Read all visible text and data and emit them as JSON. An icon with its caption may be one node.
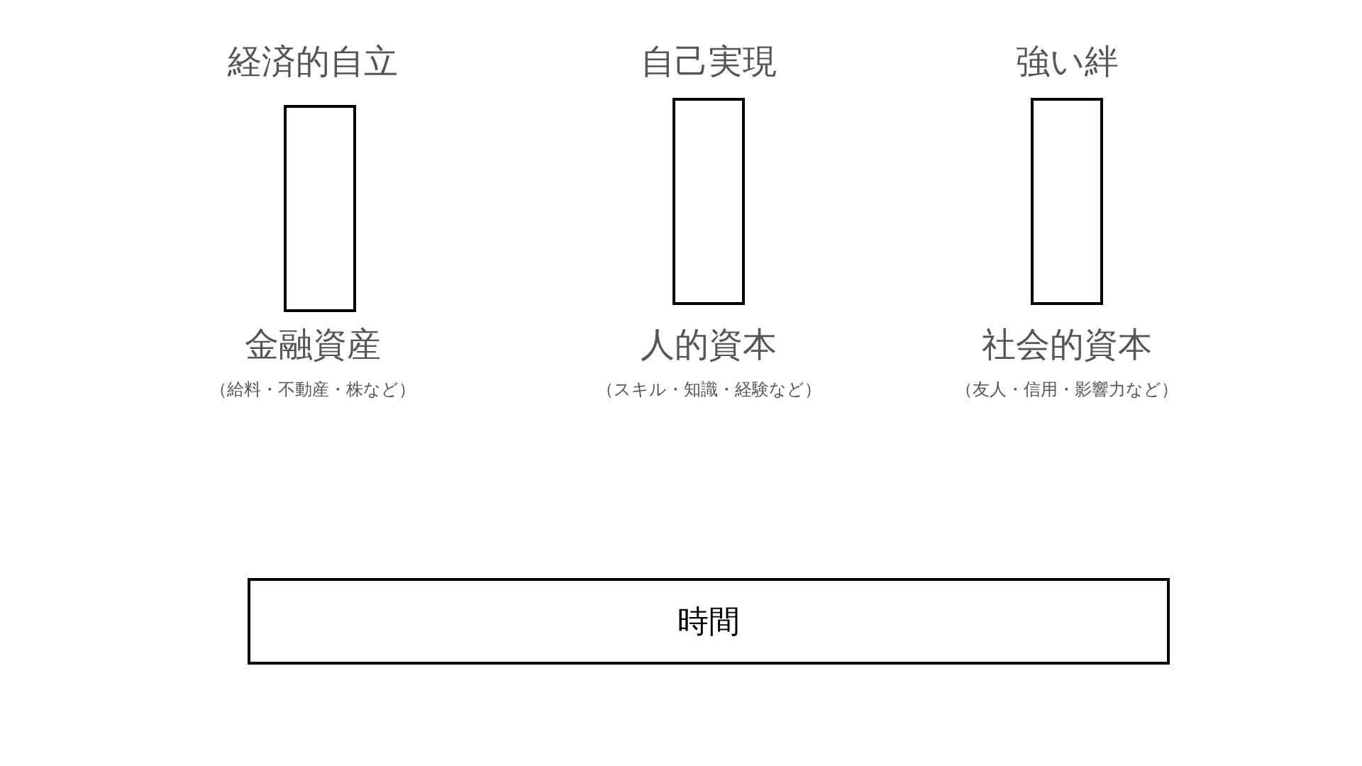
{
  "diagram": {
    "nodes": [
      {
        "text": [],
        "shape": "box"
      },
      {
        "text": [],
        "shape": "box"
      },
      {
        "text": [],
        "shape": "box"
      },
      {
        "text": [
          "時間"
        ]
      }
    ],
    "labels": [
      "経済的自立",
      "自己実現",
      "強い絆",
      "金融資産",
      "（給料・不動産・株など）",
      "人的資本",
      "（スキル・知識・経験など）",
      "社会的資本",
      "（友人・信用・影響力など）"
    ]
  }
}
